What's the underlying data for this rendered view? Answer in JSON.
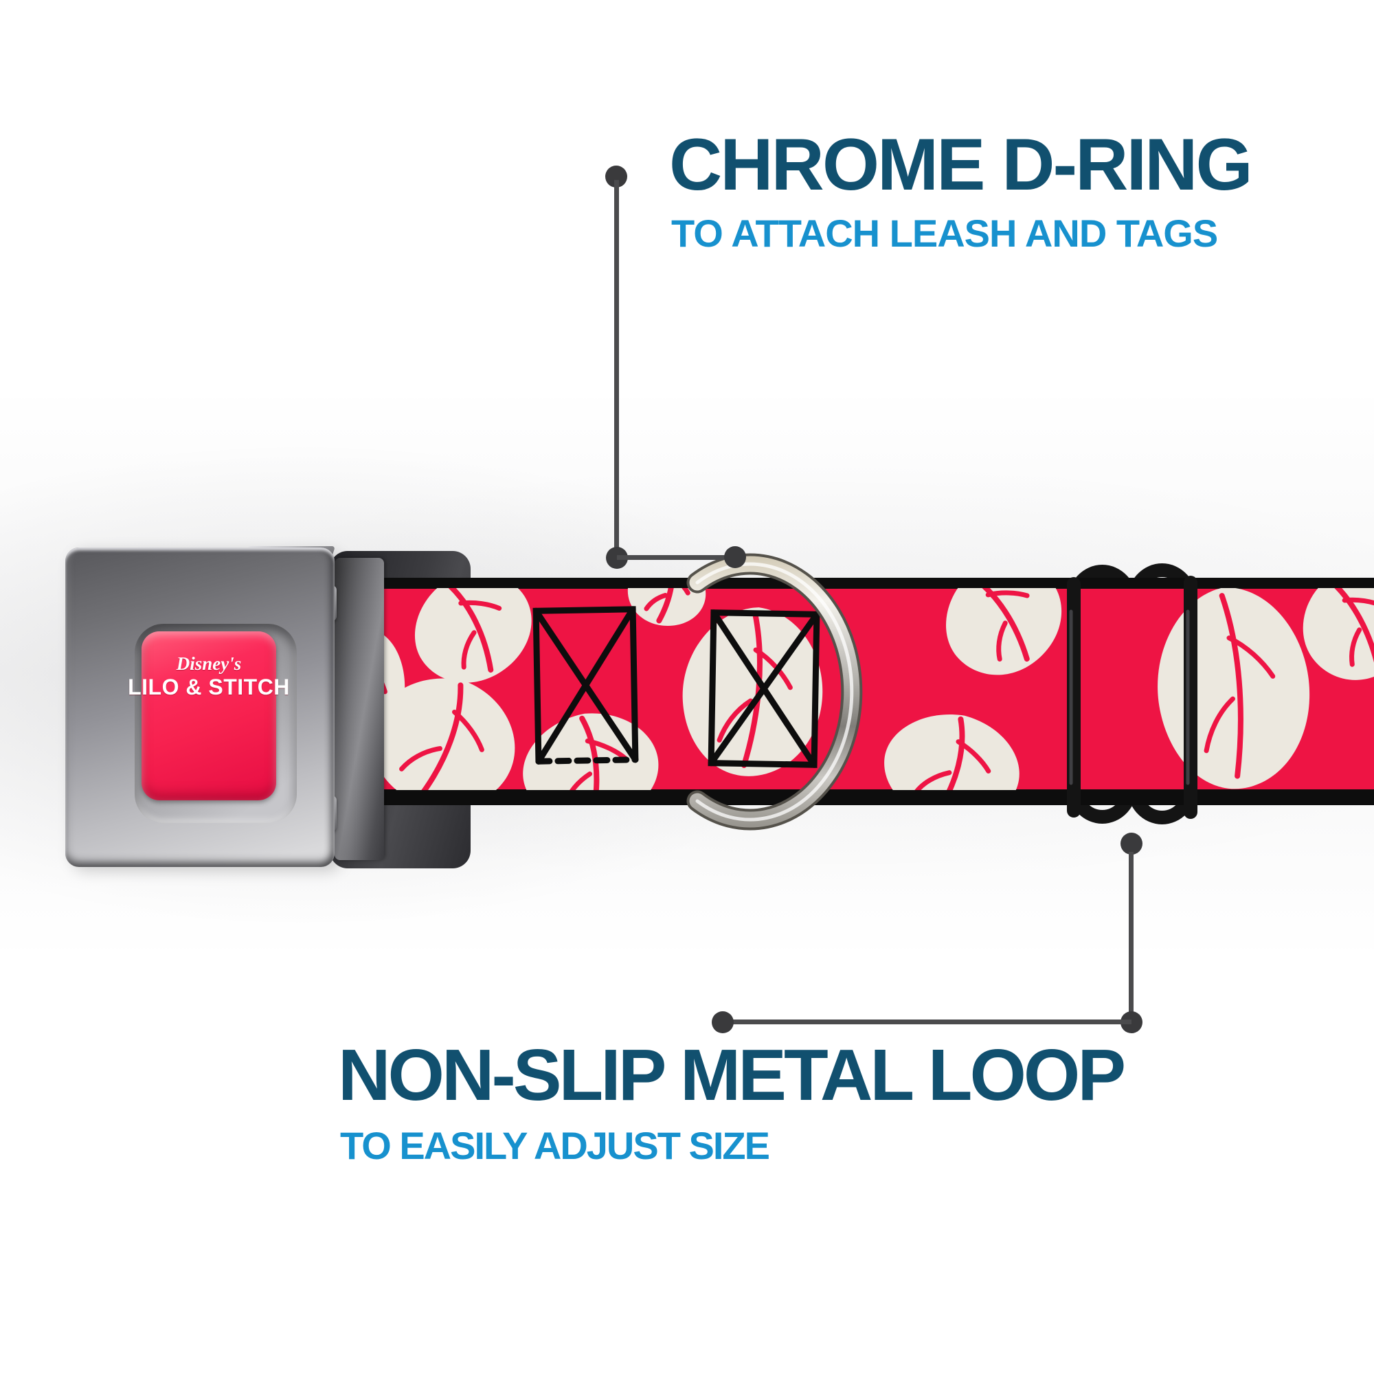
{
  "callouts": {
    "top": {
      "title": "CHROME D-RING",
      "subtitle": "TO ATTACH LEASH AND TAGS"
    },
    "bottom": {
      "title": "NON-SLIP METAL LOOP",
      "subtitle": "TO EASILY ADJUST SIZE"
    }
  },
  "buckle_logo": {
    "line1": "Disney's",
    "line2": "LILO & STITCH"
  },
  "colors": {
    "headline": "#11506F",
    "subheadline": "#1791CE",
    "callout_line": "#4B4B4D",
    "callout_dot": "#3A3A3C",
    "belt_red": "#EE1444",
    "leaf_cream": "#ECE8DF",
    "belt_edge": "#0D0D0D",
    "hardware_black": "#141414",
    "plate_red": "#F7214F"
  }
}
